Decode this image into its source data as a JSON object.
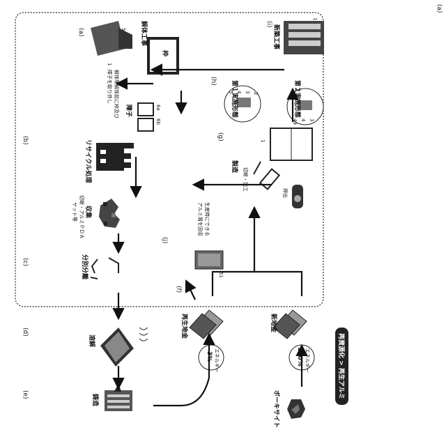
{
  "figure_label": "(a)",
  "badge": "再資源化 > 再生アルミ",
  "steps": {
    "a": "(a)",
    "b": "(b)",
    "c": "(c)",
    "d": "(d)",
    "e": "(e)",
    "f": "(f)",
    "g": "(g)",
    "h": "(h)",
    "i": "(i)",
    "j": "(j)"
  },
  "labels": {
    "kaitai": "解体工事",
    "shoji": "障子",
    "waku": "枠",
    "separation_note_1": "解体等解体前に枠及び",
    "separation_note_2": "障子を取り外し",
    "ref_5a": "5",
    "ref_6a": "6a",
    "ref_6b": "6b",
    "ref_1a": "1",
    "recycle": "リサイクル処理",
    "collect": "収集",
    "collect_sub_1": "切断・アルミＰＤＡ",
    "collect_sub_2": "ヤット等",
    "sort": "分別分離",
    "melt": "溶解",
    "cast": "鋳造",
    "bauxite": "ボーキサイト",
    "energy_label": "エネルギー",
    "energy_recycled": "3%",
    "energy_new": "100%",
    "recycled_ingot": "再生地金",
    "new_ingot": "新地金",
    "extrude": "押出",
    "cut_process": "切断・加工",
    "manufacture": "製造",
    "ref_51": "51",
    "ref_g1": "1",
    "scrap_note_1": "生産時にできる",
    "scrap_note_2": "アルミ屑を回収",
    "emb1": "第１実施形態",
    "emb2": "第２実施形態",
    "ref_2": "2",
    "ref_3": "3",
    "ref_4": "4",
    "ref_5": "5",
    "ref_3b": "3",
    "ref_4b": "4",
    "ref_49": "49",
    "shinchiku": "新築工事",
    "ref_1i": "1"
  }
}
